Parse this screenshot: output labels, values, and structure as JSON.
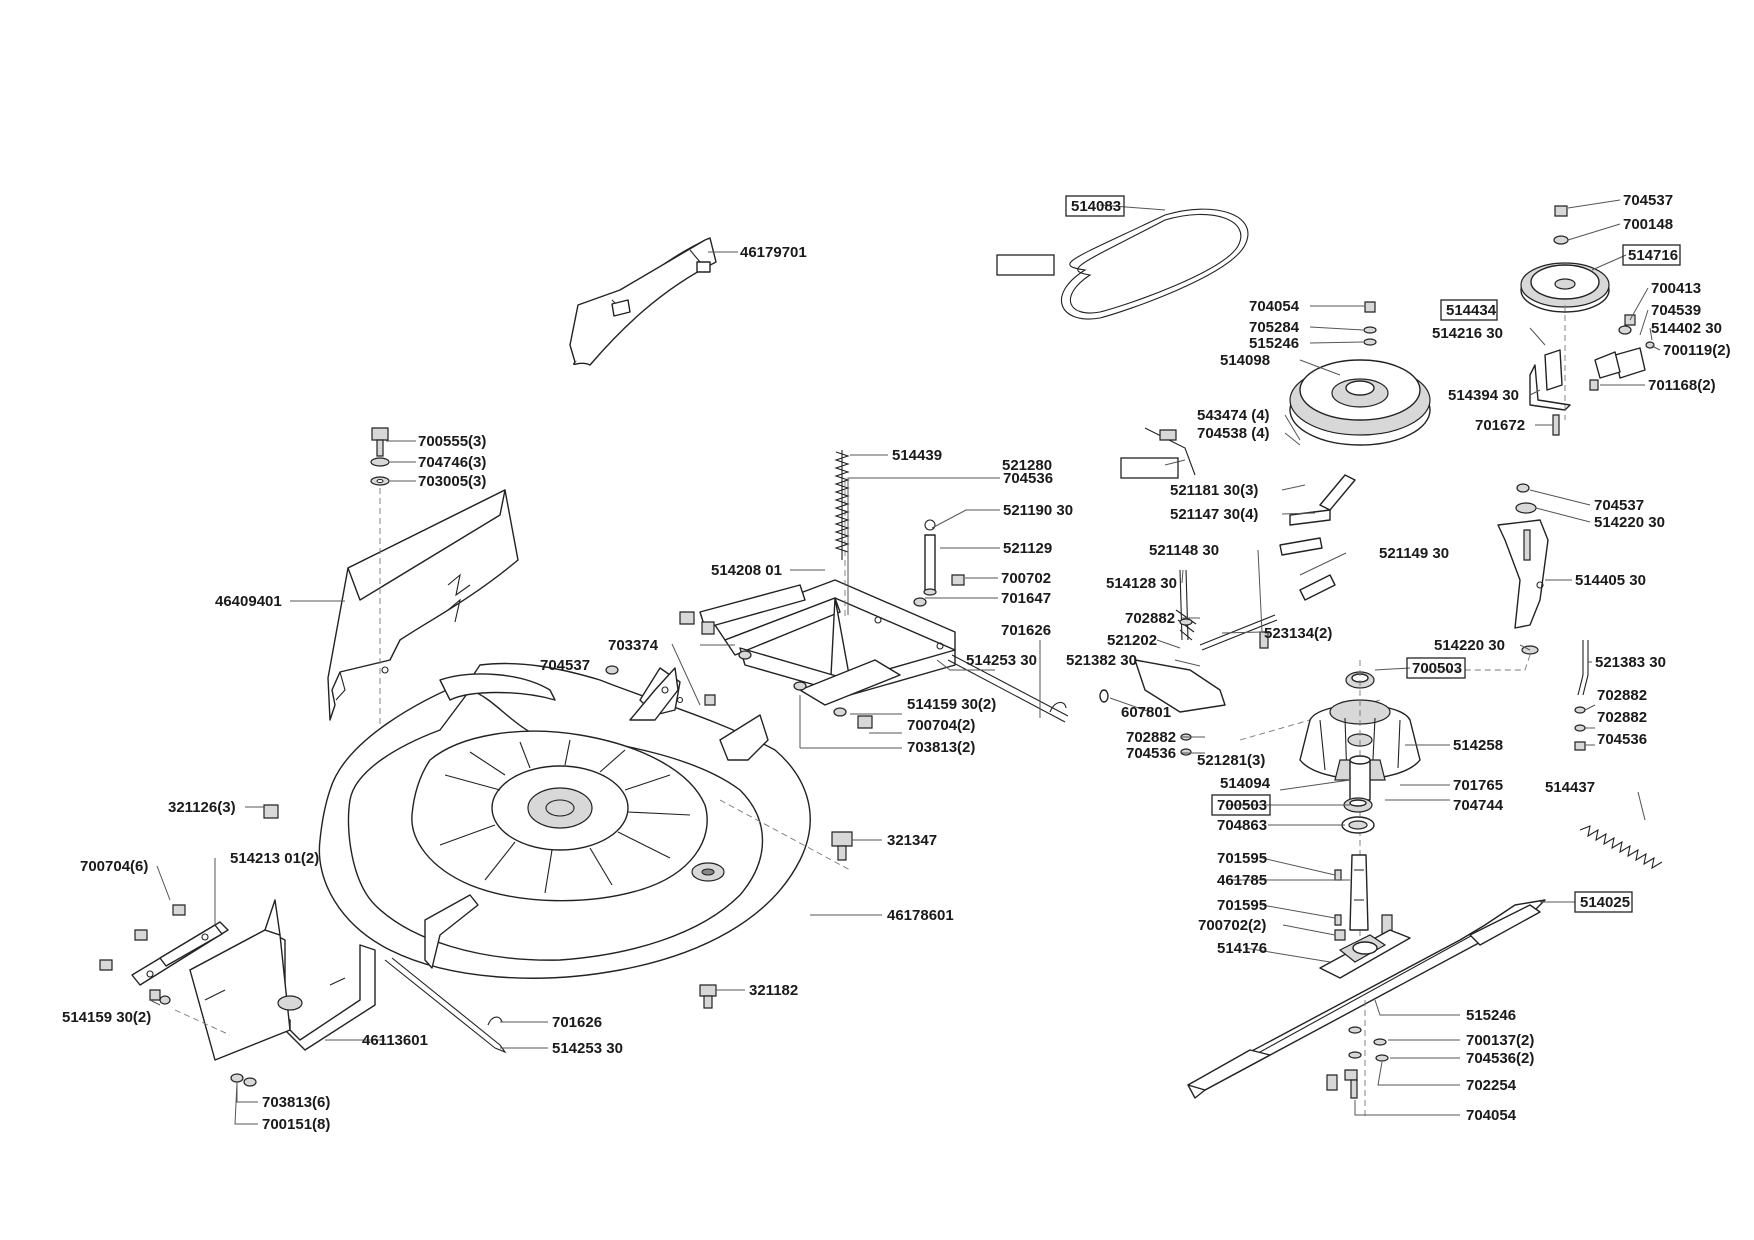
{
  "parts": {
    "p_46179701": "46179701",
    "p_700555_3": "700555(3)",
    "p_704746_3": "704746(3)",
    "p_703005_3": "703005(3)",
    "p_46409401": "46409401",
    "p_514439": "514439",
    "p_704536_a": "704536",
    "p_521190_30": "521190 30",
    "p_521129": "521129",
    "p_514208_01": "514208 01",
    "p_700702": "700702",
    "p_701647": "701647",
    "p_701626_a": "701626",
    "p_703374": "703374",
    "p_704537_a": "704537",
    "p_514253_30_a": "514253 30",
    "p_514159_30_2_a": "514159 30(2)",
    "p_700704_2": "700704(2)",
    "p_703813_2": "703813(2)",
    "p_321126_3": "321126(3)",
    "p_700704_6": "700704(6)",
    "p_514213_01_2": "514213 01(2)",
    "p_321347": "321347",
    "p_46178601": "46178601",
    "p_514159_30_2_b": "514159 30(2)",
    "p_321182": "321182",
    "p_701626_b": "701626",
    "p_46113601": "46113601",
    "p_514253_30_b": "514253 30",
    "p_703813_6": "703813(6)",
    "p_700151_8": "700151(8)",
    "p_514083": "514083",
    "p_704054_a": "704054",
    "p_705284": "705284",
    "p_515246_a": "515246",
    "p_514098": "514098",
    "p_543474_4": "543474 (4)",
    "p_704538_4": "704538 (4)",
    "p_521280": "521280",
    "p_521181_30_3": "521181 30(3)",
    "p_521147_30_4": "521147 30(4)",
    "p_521148_30": "521148 30",
    "p_514128_30": "514128 30",
    "p_521149_30": "521149 30",
    "p_702882_a": "702882",
    "p_521202": "521202",
    "p_521382_30": "521382 30",
    "p_523134_2": "523134(2)",
    "p_607801": "607801",
    "p_702882_b": "702882",
    "p_704536_b": "704536",
    "p_700503_a": "700503",
    "p_514258": "514258",
    "p_521281_3": "521281(3)",
    "p_514094": "514094",
    "p_700503_b": "700503",
    "p_701765": "701765",
    "p_704744": "704744",
    "p_704863": "704863",
    "p_701595_a": "701595",
    "p_461785": "461785",
    "p_701595_b": "701595",
    "p_700702_2": "700702(2)",
    "p_514176": "514176",
    "p_514025": "514025",
    "p_515246_b": "515246",
    "p_700137_2": "700137(2)",
    "p_704536_2": "704536(2)",
    "p_702254": "702254",
    "p_704054_b": "704054",
    "p_704537_b": "704537",
    "p_700148": "700148",
    "p_514716": "514716",
    "p_700413": "700413",
    "p_514434": "514434",
    "p_704539": "704539",
    "p_514402_30": "514402 30",
    "p_514216_30": "514216 30",
    "p_700119_2": "700119(2)",
    "p_514394_30": "514394 30",
    "p_701168_2": "701168(2)",
    "p_701672": "701672",
    "p_704537_c": "704537",
    "p_514220_30_a": "514220 30",
    "p_514405_30": "514405 30",
    "p_514220_30_b": "514220 30",
    "p_521383_30": "521383 30",
    "p_702882_c": "702882",
    "p_702882_d": "702882",
    "p_704536_c": "704536",
    "p_514437": "514437"
  }
}
